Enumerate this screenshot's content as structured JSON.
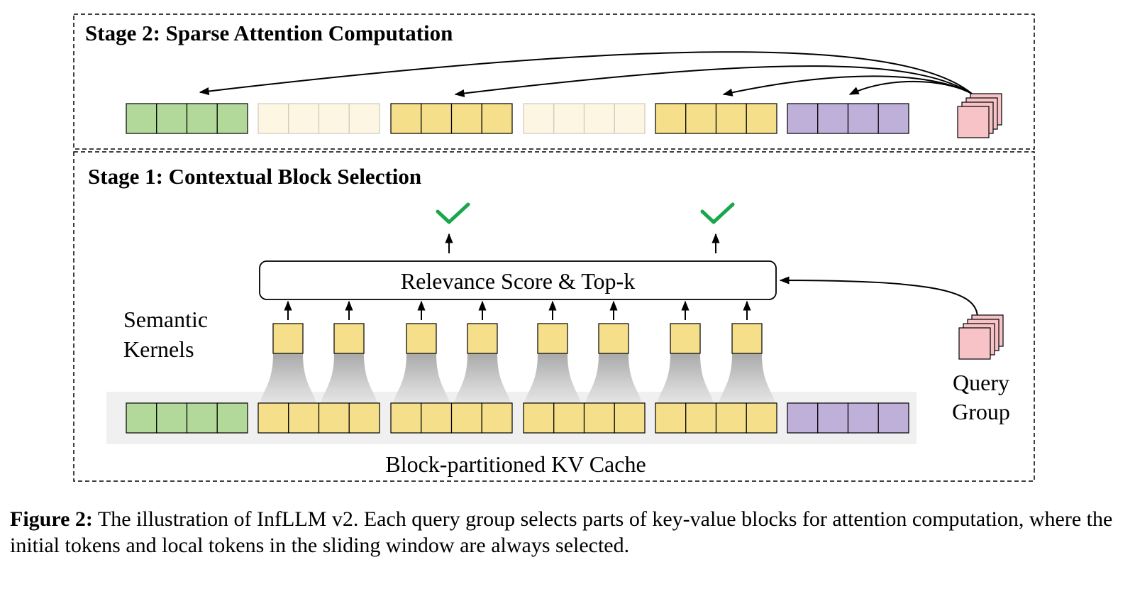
{
  "stage2": {
    "title": "Stage 2: Sparse Attention Computation"
  },
  "stage1": {
    "title": "Stage 1: Contextual Block Selection",
    "score_label": "Relevance Score & Top-k",
    "kernels_label_line1": "Semantic",
    "kernels_label_line2": "Kernels",
    "query_label_line1": "Query",
    "query_label_line2": "Group",
    "cache_label": "Block-partitioned KV Cache"
  },
  "colors": {
    "initial": "#b3d99a",
    "selected": "#f5df8a",
    "unselected": "#fcf6e3",
    "local": "#bfb0da",
    "query": "#f7c3c7",
    "check": "#1aa64a",
    "cache_band": "#f0f0f0"
  },
  "stage2_blocks": [
    "initial",
    "unselected",
    "selected",
    "unselected",
    "selected",
    "local"
  ],
  "stage1_blocks": [
    "initial",
    "selected",
    "selected",
    "selected",
    "selected",
    "local"
  ],
  "caption": {
    "label": "Figure 2:",
    "text": " The illustration of InfLLM v2. Each query group selects parts of key-value blocks for attention computation, where the initial tokens and local tokens in the sliding window are always selected."
  }
}
